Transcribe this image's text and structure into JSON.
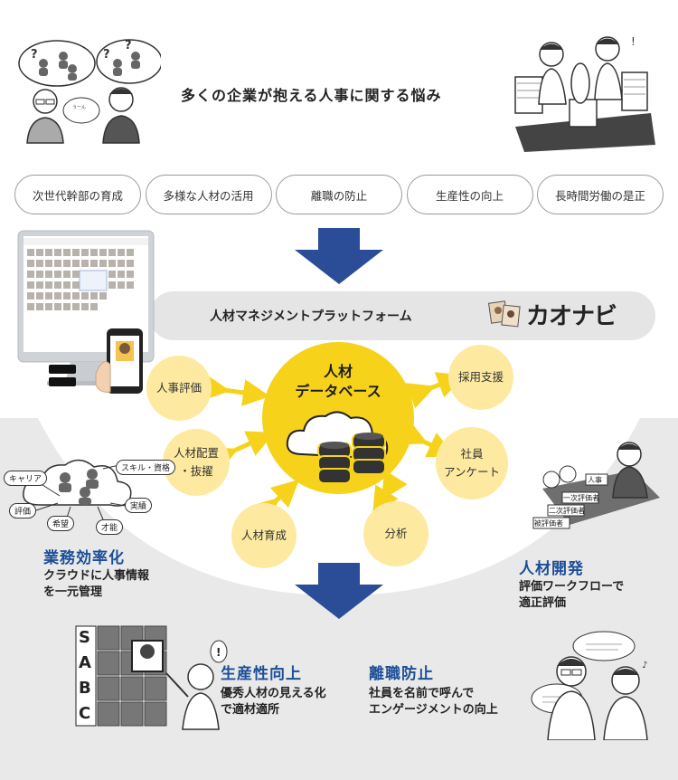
{
  "headline": "多くの企業が抱える人事に関する悩み",
  "concerns": [
    "次世代幹部の育成",
    "多様な人材の活用",
    "離職の防止",
    "生産性の向上",
    "長時間労働の是正"
  ],
  "platform": {
    "label": "人材マネジメントプラットフォーム",
    "logo_text": "カオナビ"
  },
  "database": {
    "title_line1": "人材",
    "title_line2": "データベース"
  },
  "satellites": {
    "hr_eval": "人事評価",
    "recruit": "採用支援",
    "placement_line1": "人材配置",
    "placement_line2": "・抜擢",
    "survey_line1": "社員",
    "survey_line2": "アンケート",
    "training": "人材育成",
    "analysis": "分析"
  },
  "cloud_tags": [
    "キャリア",
    "スキル・資格",
    "評価",
    "実績",
    "希望",
    "才能"
  ],
  "abc_letters": [
    "S",
    "A",
    "B",
    "C"
  ],
  "hierarchy_labels": [
    "人事",
    "一次評価者",
    "二次評価者",
    "被評価者"
  ],
  "benefits": {
    "efficiency": {
      "title": "業務効率化",
      "line1": "クラウドに人事情報",
      "line2": "を一元管理"
    },
    "development": {
      "title": "人材開発",
      "line1": "評価ワークフローで",
      "line2": "適正評価"
    },
    "productivity": {
      "title": "生産性向上",
      "line1": "優秀人材の見える化",
      "line2": "で適材適所"
    },
    "retention": {
      "title": "離職防止",
      "line1": "社員を名前で呼んで",
      "line2": "エンゲージメントの向上"
    }
  },
  "colors": {
    "accent_blue": "#2b4c96",
    "title_blue": "#1d4e97",
    "db_yellow": "#f6d21a",
    "satellite_yellow": "#fdeaa0",
    "banner_gray": "#e5e5e5",
    "lower_gray": "#e9e9e9"
  }
}
